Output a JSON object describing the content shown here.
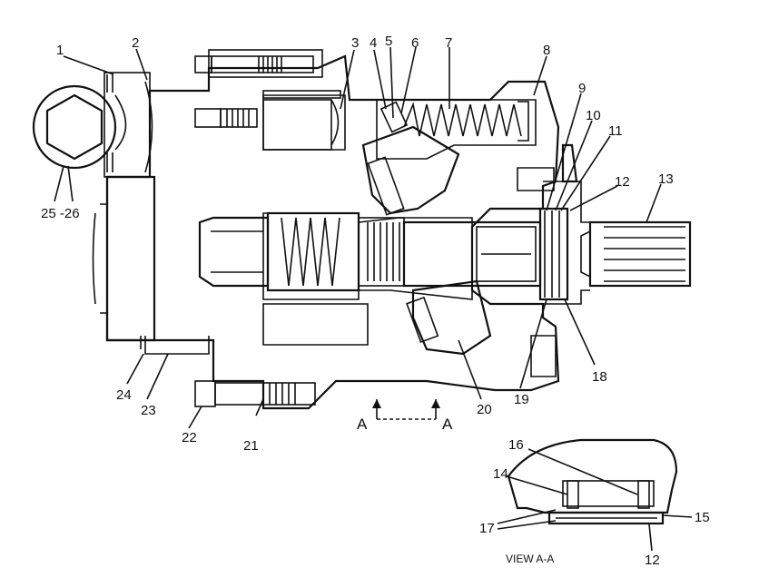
{
  "callouts": {
    "c1": "1",
    "c2": "2",
    "c3": "3",
    "c4": "4",
    "c5": "5",
    "c6": "6",
    "c7": "7",
    "c8": "8",
    "c9": "9",
    "c10": "10",
    "c11": "11",
    "c12": "12",
    "c13": "13",
    "c14": "14",
    "c15": "15",
    "c16": "16",
    "c17": "17",
    "c18": "18",
    "c19": "19",
    "c20": "20",
    "c21": "21",
    "c22": "22",
    "c23": "23",
    "c24": "24",
    "c25_26": "25 -26",
    "c12b": "12"
  },
  "section_marker": {
    "left": "A",
    "right": "A"
  },
  "detail_view": {
    "caption": "VIEW  A-A"
  },
  "colors": {
    "line": "#111111",
    "background": "#ffffff"
  }
}
